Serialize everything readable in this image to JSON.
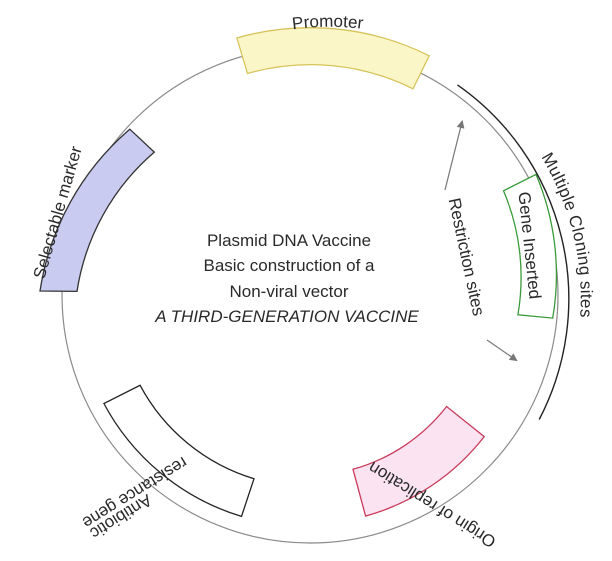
{
  "center": {
    "line1": "Plasmid DNA Vaccine",
    "line2": "Basic construction of a",
    "line3": "Non-viral vector",
    "line4": "A THIRD-GENERATION VACCINE"
  },
  "segments": {
    "promoter": {
      "label": "Promoter",
      "fill": "#fbf6c8",
      "stroke": "#d6c35a"
    },
    "gene_inserted": {
      "label": "Gene Inserted",
      "fill": "#ffffff",
      "stroke": "#3a9a3a"
    },
    "origin": {
      "label": "Origin of replication",
      "fill": "#fbe3f2",
      "stroke": "#c83a5a"
    },
    "antibiotic": {
      "label_line1": "Antibiotic",
      "label_line2": "resistance gene",
      "fill": "#ffffff",
      "stroke": "#222222"
    },
    "selectable": {
      "label": "Selectable marker",
      "fill": "#c9cbf0",
      "stroke": "#333333"
    }
  },
  "annotations": {
    "multiple_cloning_sites": "Multiple Cloning sites",
    "restriction_sites": "Restriction sites"
  },
  "colors": {
    "plasmid_ring": "#8a8a8a",
    "arrow": "#777777",
    "cloning_arc": "#222222"
  }
}
